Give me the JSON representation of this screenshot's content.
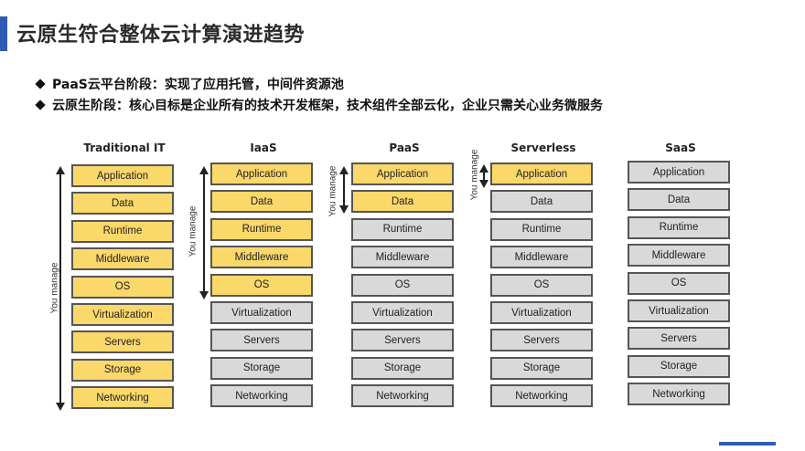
{
  "title": "云原生符合整体云计算演进趋势",
  "bullets": [
    "PaaS云平台阶段：实现了应用托管，中间件资源池",
    "云原生阶段：核心目标是企业所有的技术开发框架，技术组件全部云化，企业只需关心业务微服务"
  ],
  "you_manage_label": "You manage",
  "layers": [
    "Application",
    "Data",
    "Runtime",
    "Middleware",
    "OS",
    "Virtualization",
    "Servers",
    "Storage",
    "Networking"
  ],
  "columns": [
    {
      "name": "Traditional IT",
      "managed": [
        true,
        true,
        true,
        true,
        true,
        true,
        true,
        true,
        true
      ]
    },
    {
      "name": "IaaS",
      "managed": [
        true,
        true,
        true,
        true,
        true,
        false,
        false,
        false,
        false
      ]
    },
    {
      "name": "PaaS",
      "managed": [
        true,
        true,
        false,
        false,
        false,
        false,
        false,
        false,
        false
      ]
    },
    {
      "name": "Serverless",
      "managed": [
        true,
        false,
        false,
        false,
        false,
        false,
        false,
        false,
        false
      ]
    },
    {
      "name": "SaaS",
      "managed": [
        false,
        false,
        false,
        false,
        false,
        false,
        false,
        false,
        false
      ]
    }
  ],
  "colors": {
    "managed": "#fbd86a",
    "vendor": "#d9d9d9",
    "accent": "#2f5cb3"
  }
}
